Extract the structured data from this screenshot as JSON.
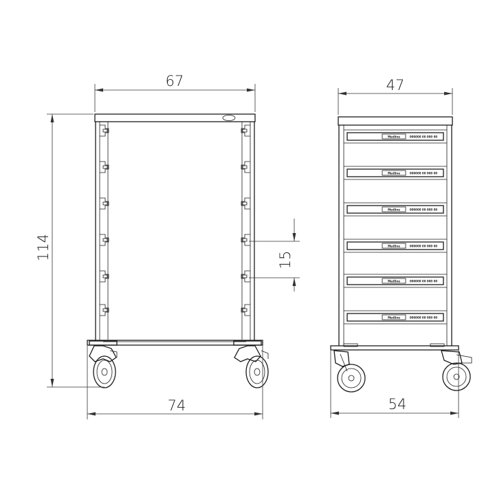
{
  "dimensions": {
    "front_top_width": "67",
    "front_height": "114",
    "front_base_width": "74",
    "slot_pitch": "15",
    "side_top_width": "47",
    "side_base_width": "54"
  },
  "tray_labels": {
    "brand": "Medline",
    "code": "000000 00 000 00"
  }
}
